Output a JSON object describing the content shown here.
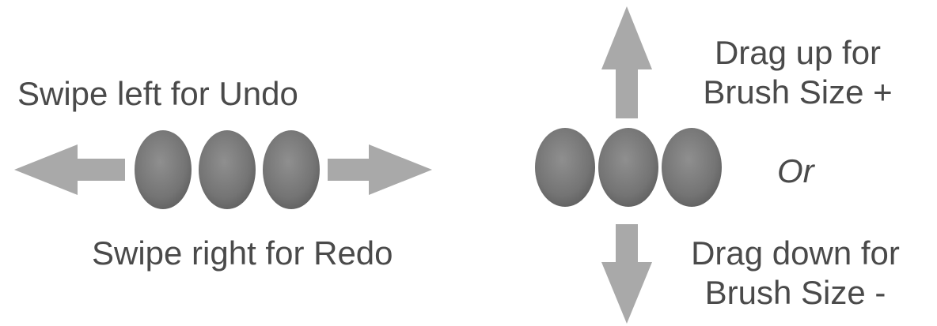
{
  "left_panel": {
    "undo_text": "Swipe left for Undo",
    "redo_text": "Swipe right for Redo"
  },
  "right_panel": {
    "up_line1": "Drag up for",
    "up_line2": "Brush Size +",
    "or_text": "Or",
    "down_line1": "Drag down for",
    "down_line2": "Brush Size -"
  },
  "colors": {
    "text": "#4a4a4a",
    "arrow": "#a9a9a9",
    "finger": "#777777"
  },
  "icons": {
    "left": "arrow-left-icon",
    "right": "arrow-right-icon",
    "up": "arrow-up-icon",
    "down": "arrow-down-icon",
    "finger": "fingertip-icon"
  }
}
